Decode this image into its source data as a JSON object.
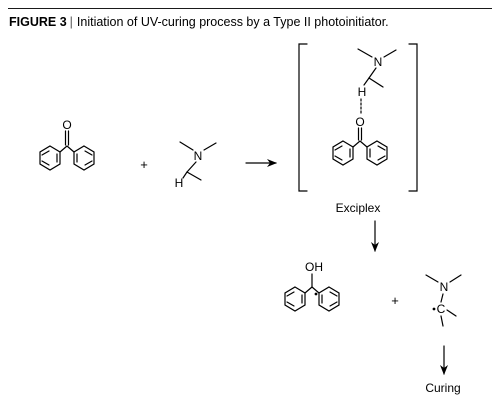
{
  "caption": {
    "figure_label": "FIGURE 3",
    "separator": "|",
    "text": "Initiation of UV-curing process by a Type II photoinitiator."
  },
  "labels": {
    "benzophenone_oxygen": "O",
    "amine_nitrogen": "N",
    "amine_hydrogen": "H",
    "plus_1": "+",
    "exciplex_nitrogen": "N",
    "exciplex_hydrogen": "H",
    "exciplex_oxygen": "O",
    "exciplex": "Exciplex",
    "ketyl_oh": "OH",
    "plus_2": "+",
    "radical_nitrogen": "N",
    "radical_carbon": "C",
    "curing": "Curing"
  }
}
